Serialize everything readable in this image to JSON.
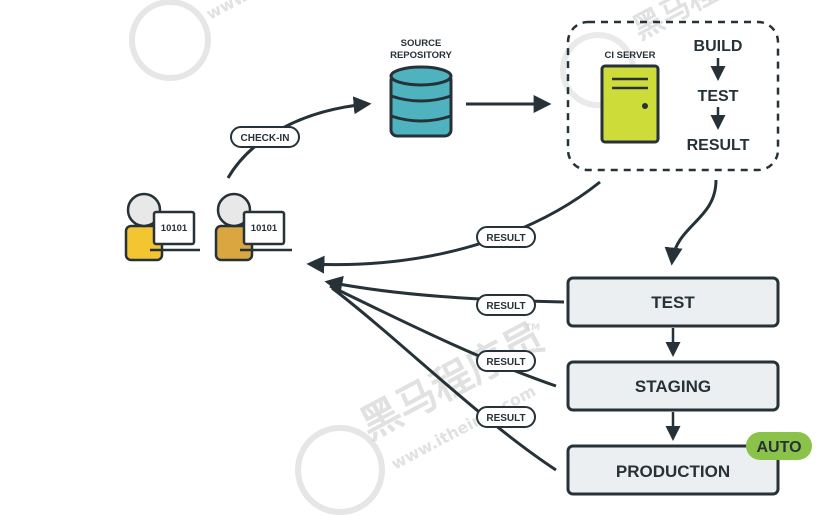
{
  "source_repo": {
    "line1": "SOURCE",
    "line2": "REPOSITORY"
  },
  "ci_server": {
    "label": "CI SERVER",
    "steps": [
      "BUILD",
      "TEST",
      "RESULT"
    ]
  },
  "check_in_label": "CHECK-IN",
  "developers": [
    {
      "screen_text": "10101"
    },
    {
      "screen_text": "10101"
    }
  ],
  "result_labels": [
    "RESULT",
    "RESULT",
    "RESULT",
    "RESULT"
  ],
  "stages": [
    "TEST",
    "STAGING",
    "PRODUCTION"
  ],
  "auto_badge": "AUTO",
  "watermark": {
    "brand": "黑马程序员",
    "url": "www.itheima.com",
    "tm": "TM"
  },
  "colors": {
    "ink": "#263238",
    "db": "#4fb3bf",
    "server": "#cddc39",
    "stage_fill": "#eceff1",
    "auto": "#8bc34a",
    "dev1_body": "#f2c531",
    "dev2_body": "#d9a640"
  }
}
